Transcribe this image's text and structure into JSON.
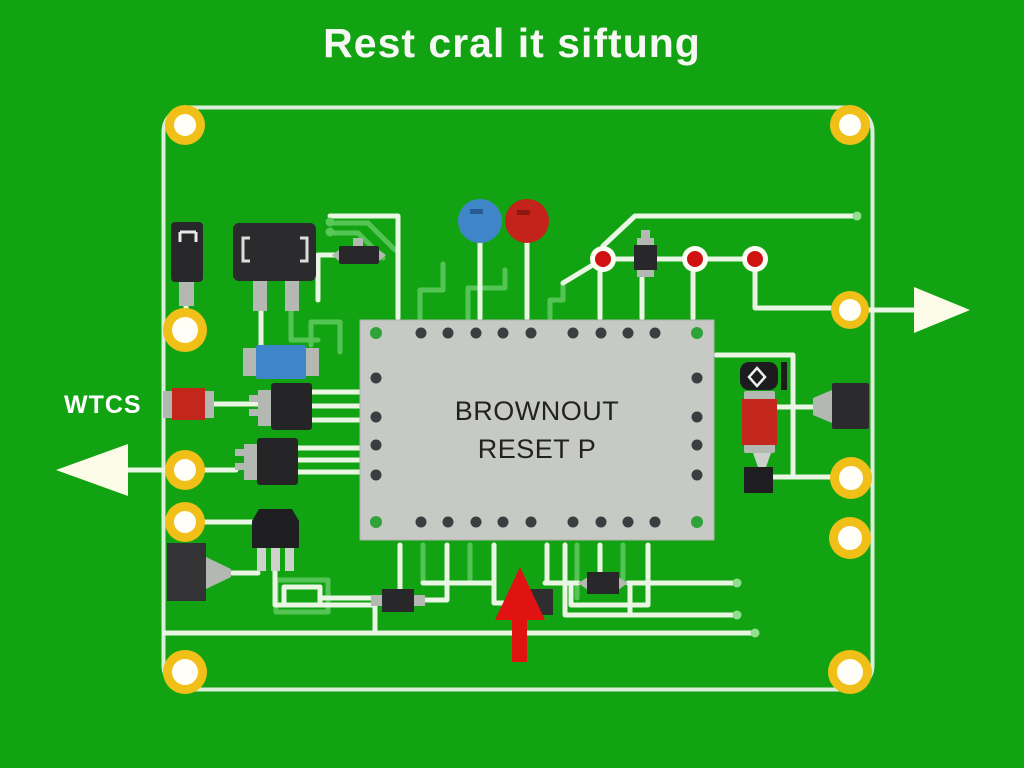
{
  "title": "Rest cral it siftung",
  "labels": {
    "left_annotation": "WTCS"
  },
  "chip": {
    "line1": "BROWNOUT",
    "line2": "RESET P"
  },
  "colors": {
    "background": "#12a312",
    "board_outline": "#dceeda",
    "trace_bright": "#e8f6e3",
    "trace_green": "#54c554",
    "trace_end_dot": "#90e08d",
    "pad_ring": "#f0c018",
    "pad_center": "#fffef7",
    "chip_body": "#c6c9c4",
    "chip_pin": "#3b3e40",
    "chip_pin_corner": "#2fa33a",
    "component_dark": "#28282a",
    "lead_gray": "#b4b8b3",
    "accent_red": "#c3271c",
    "accent_blue": "#3e86c8",
    "led_red": "#d01212",
    "arrow_red": "#e01212",
    "arrow_white": "#fcfbe8",
    "title_text": "#f5f8f3",
    "chip_text": "#222222"
  },
  "components": [
    "mounting-pad",
    "polarized-capacitor",
    "dip-component",
    "smd-diode",
    "film-capacitor-blue",
    "disc-capacitor-blue",
    "disc-capacitor-red",
    "led-indicator",
    "axial-resistor-red",
    "vertical-resistor",
    "smd-transistor",
    "to220-transistor",
    "power-connector",
    "cylinder-capacitor-red",
    "diamond-marked-transistor",
    "ic-chip",
    "arrow-left",
    "arrow-right",
    "arrow-up"
  ]
}
